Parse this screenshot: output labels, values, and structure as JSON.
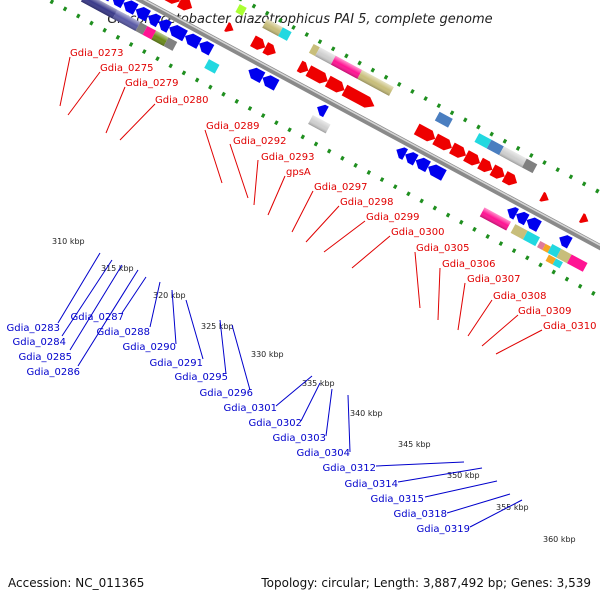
{
  "title": "Gluconacetobacter diazotrophicus PAI 5, complete genome",
  "footer": {
    "accession": "Accession: NC_011365",
    "topology": "Topology: circular; Length: 3,887,492 bp; Genes: 3,539"
  },
  "colors": {
    "forward": "#ee0000",
    "reverse": "#0000ee",
    "backbone": "#8a8a8a",
    "tick": "#1f8f1f",
    "label_forward": "#e00000",
    "label_reverse": "#0000cc"
  },
  "kbp_ticks": [
    "310 kbp",
    "315 kbp",
    "320 kbp",
    "325 kbp",
    "330 kbp",
    "335 kbp",
    "340 kbp",
    "345 kbp",
    "350 kbp",
    "355 kbp",
    "360 kbp"
  ],
  "genes_forward": [
    "Gdia_0273",
    "Gdia_0275",
    "Gdia_0279",
    "Gdia_0280",
    "Gdia_0289",
    "Gdia_0292",
    "Gdia_0293",
    "gpsA",
    "Gdia_0297",
    "Gdia_0298",
    "Gdia_0299",
    "Gdia_0300",
    "Gdia_0305",
    "Gdia_0306",
    "Gdia_0307",
    "Gdia_0308",
    "Gdia_0309",
    "Gdia_0310"
  ],
  "genes_reverse": [
    "Gdia_0283",
    "Gdia_0284",
    "Gdia_0285",
    "Gdia_0286",
    "Gdia_0287",
    "Gdia_0288",
    "Gdia_0290",
    "Gdia_0291",
    "Gdia_0295",
    "Gdia_0296",
    "Gdia_0301",
    "Gdia_0302",
    "Gdia_0303",
    "Gdia_0304",
    "Gdia_0312",
    "Gdia_0314",
    "Gdia_0315",
    "Gdia_0318",
    "Gdia_0319"
  ]
}
